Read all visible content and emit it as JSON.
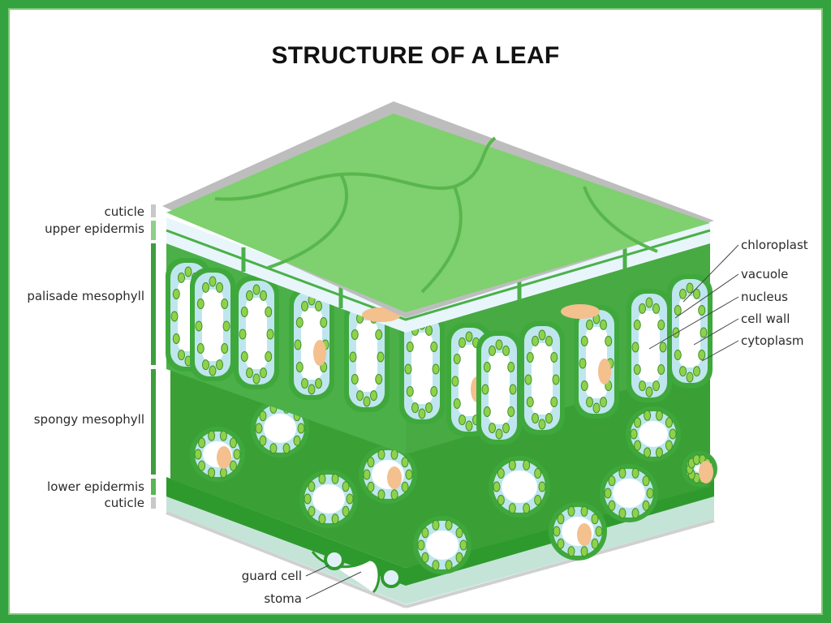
{
  "title": "STRUCTURE OF A LEAF",
  "labels": {
    "left": {
      "cuticle_top": "cuticle",
      "upper_epidermis": "upper epidermis",
      "palisade": "palisade mesophyll",
      "spongy": "spongy mesophyll",
      "lower_epidermis": "lower epidermis",
      "cuticle_bottom": "cuticle"
    },
    "right": {
      "chloroplast": "chloroplast",
      "vacuole": "vacuole",
      "nucleus": "nucleus",
      "cell_wall": "cell wall",
      "cytoplasm": "cytoplasm"
    },
    "bottom": {
      "guard_cell": "guard cell",
      "stoma": "stoma"
    }
  },
  "colors": {
    "frame": "#35a240",
    "leaf_top": "#7fd06f",
    "cell_wall": "#3fa83c",
    "cytoplasm": "#bfe6ee",
    "vacuole": "#ffffff",
    "chloroplast": "#8fd24a",
    "nucleus": "#f3c08e",
    "cuticle": "#c8c8c8",
    "lower_layer": "#2e9a2e"
  }
}
